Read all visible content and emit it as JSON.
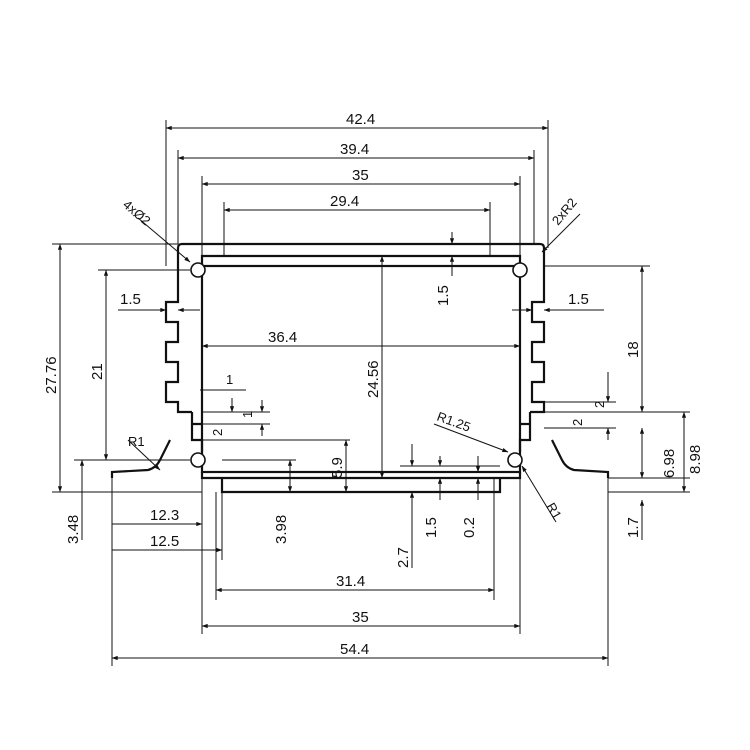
{
  "diagram": {
    "line_color": "#111111",
    "background": "#ffffff",
    "dimensions": {
      "top_42_4": "42.4",
      "top_39_4": "39.4",
      "top_35": "35",
      "top_29_4": "29.4",
      "hole_spec": "4xØ2",
      "corner_radius": "2xR2",
      "left_27_76": "27.76",
      "left_21": "21",
      "left_1_5": "1.5",
      "right_1_5": "1.5",
      "center_24_56": "24.56",
      "inner_36_4": "36.4",
      "inner_1_5": "1.5",
      "small_1_a": "1",
      "small_1_b": "1",
      "small_2_left": "2",
      "r1_left": "R1",
      "r1_right": "R1",
      "r1_25": "R1.25",
      "v_5_9": "5.9",
      "v_3_98": "3.98",
      "v_3_48": "3.48",
      "h_12_3": "12.3",
      "h_12_5": "12.5",
      "v_1_5_bottom": "1.5",
      "v_0_2": "0.2",
      "v_2_7": "2.7",
      "right_18": "18",
      "right_2_a": "2",
      "right_2_b": "2",
      "right_6_98": "6.98",
      "right_8_98": "8.98",
      "right_1_7": "1.7",
      "bottom_31_4": "31.4",
      "bottom_35": "35",
      "bottom_54_4": "54.4"
    }
  }
}
